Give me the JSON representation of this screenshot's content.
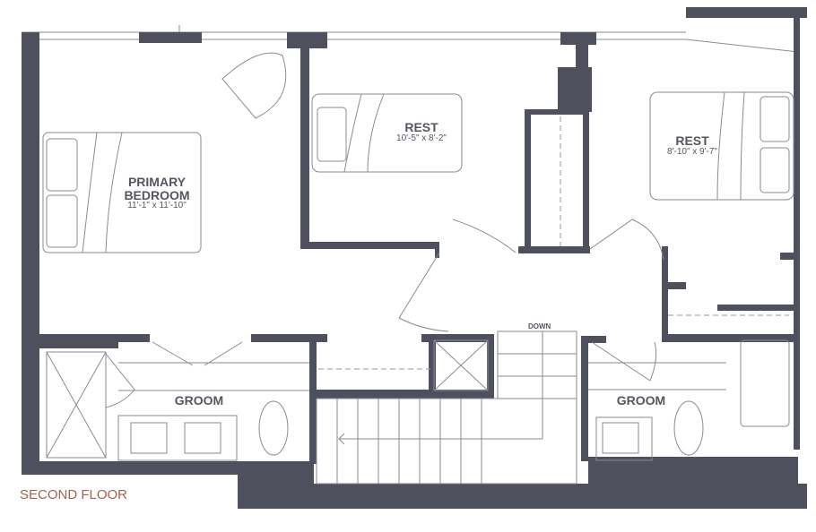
{
  "plan_title": "SECOND FLOOR",
  "rooms": [
    {
      "name": "PRIMARY",
      "name2": "BEDROOM",
      "dims": "11'-1\" x 11'-10\""
    },
    {
      "name": "REST",
      "dims": "10'-5\" x 8'-2\""
    },
    {
      "name": "REST",
      "dims": "8'-10\" x 9'-7\""
    },
    {
      "name": "GROOM"
    },
    {
      "name": "GROOM"
    }
  ],
  "stair_label": "DOWN",
  "colors": {
    "wall": "#4f505e",
    "title": "#a0644e"
  }
}
